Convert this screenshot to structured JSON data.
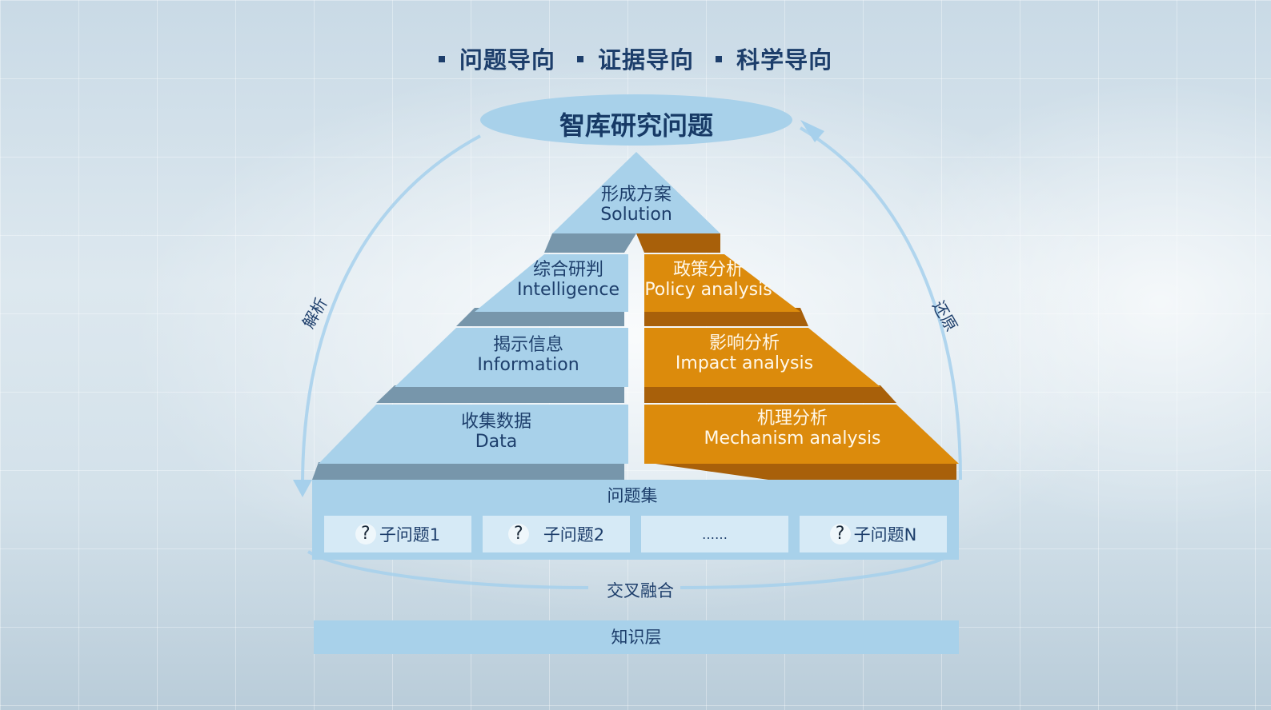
{
  "headline": {
    "items": [
      "问题导向",
      "证据导向",
      "科学导向"
    ]
  },
  "top": {
    "title": "智库研究问题"
  },
  "pyramid": {
    "apex": {
      "cn": "形成方案",
      "en": "Solution"
    },
    "left": [
      {
        "cn": "综合研判",
        "en": "Intelligence"
      },
      {
        "cn": "揭示信息",
        "en": "Information"
      },
      {
        "cn": "收集数据",
        "en": "Data"
      }
    ],
    "right": [
      {
        "cn": "政策分析",
        "en": "Policy analysis"
      },
      {
        "cn": "影响分析",
        "en": "Impact analysis"
      },
      {
        "cn": "机理分析",
        "en": "Mechanism analysis"
      }
    ]
  },
  "arc_labels": {
    "left": "解析",
    "right": "还原"
  },
  "question_set": {
    "title": "问题集",
    "items": [
      {
        "icon": "?",
        "label": "子问题1"
      },
      {
        "icon": "?",
        "label": "子问题2"
      },
      {
        "icon": "",
        "label": "……"
      },
      {
        "icon": "?",
        "label": "子问题N"
      }
    ]
  },
  "fusion_label": "交叉融合",
  "knowledge_layer": "知识层",
  "colors": {
    "navy_text": "#1d3e6b",
    "light_blue": "#a8d1ea",
    "blue_shadow": "#7796ab",
    "orange": "#dc8b0c",
    "orange_shadow": "#a8600a"
  }
}
